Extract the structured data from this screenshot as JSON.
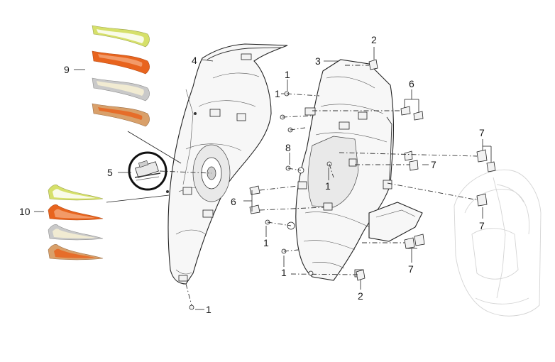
{
  "callouts": {
    "c1_a": "1",
    "c1_b": "1",
    "c1_c": "1",
    "c1_d": "1",
    "c1_e": "1",
    "c1_f": "1",
    "c2_a": "2",
    "c2_b": "2",
    "c3": "3",
    "c4": "4",
    "c5": "5",
    "c6_a": "6",
    "c6_b": "6",
    "c7_a": "7",
    "c7_b": "7",
    "c7_c": "7",
    "c7_d": "7",
    "c8": "8",
    "c9": "9",
    "c10": "10"
  },
  "colors": {
    "stripe_lime": "#d6e06a",
    "stripe_orange": "#e8641e",
    "stripe_tan": "#d9a06a",
    "stripe_gray": "#c9c9c9",
    "badge_ring": "#111111"
  }
}
